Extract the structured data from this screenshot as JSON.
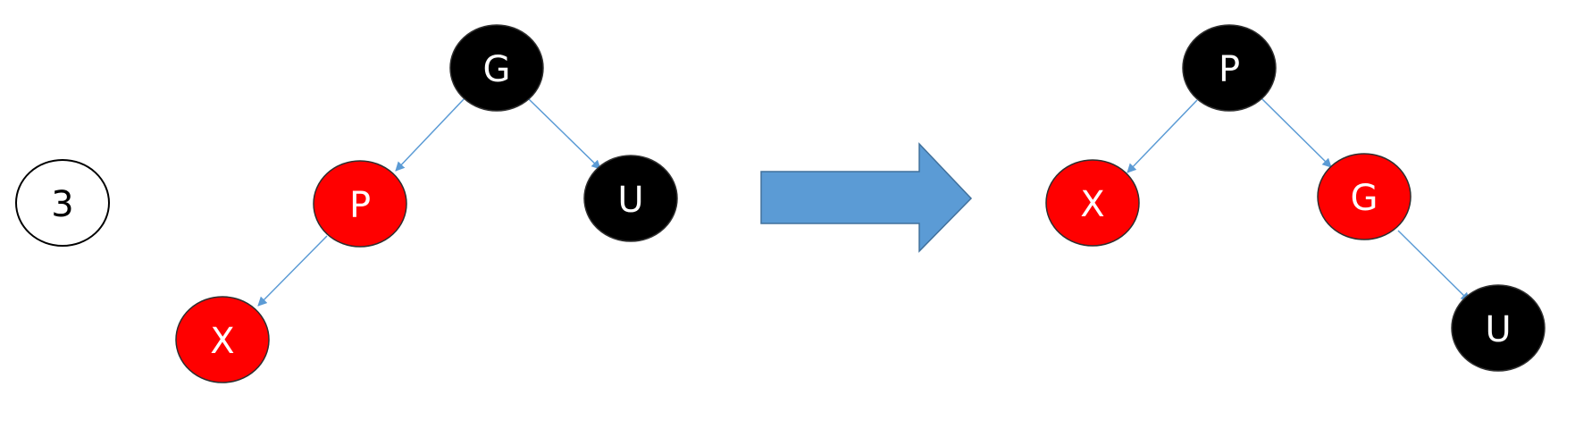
{
  "step": {
    "label": "3"
  },
  "colors": {
    "red": "#ff0000",
    "black": "#000000",
    "edge": "#5b9bd5",
    "arrow_fill": "#5b9bd5",
    "arrow_stroke": "#41719c",
    "white": "#ffffff"
  },
  "before": {
    "nodes": [
      {
        "id": "G",
        "label": "G",
        "color": "black"
      },
      {
        "id": "P",
        "label": "P",
        "color": "red"
      },
      {
        "id": "U",
        "label": "U",
        "color": "black"
      },
      {
        "id": "X",
        "label": "X",
        "color": "red"
      }
    ],
    "edges": [
      {
        "from": "G",
        "to": "P"
      },
      {
        "from": "G",
        "to": "U"
      },
      {
        "from": "P",
        "to": "X"
      }
    ]
  },
  "after": {
    "nodes": [
      {
        "id": "P",
        "label": "P",
        "color": "black"
      },
      {
        "id": "X",
        "label": "X",
        "color": "red"
      },
      {
        "id": "G",
        "label": "G",
        "color": "red"
      },
      {
        "id": "U",
        "label": "U",
        "color": "black"
      }
    ],
    "edges": [
      {
        "from": "P",
        "to": "X"
      },
      {
        "from": "P",
        "to": "G"
      },
      {
        "from": "G",
        "to": "U"
      }
    ]
  }
}
